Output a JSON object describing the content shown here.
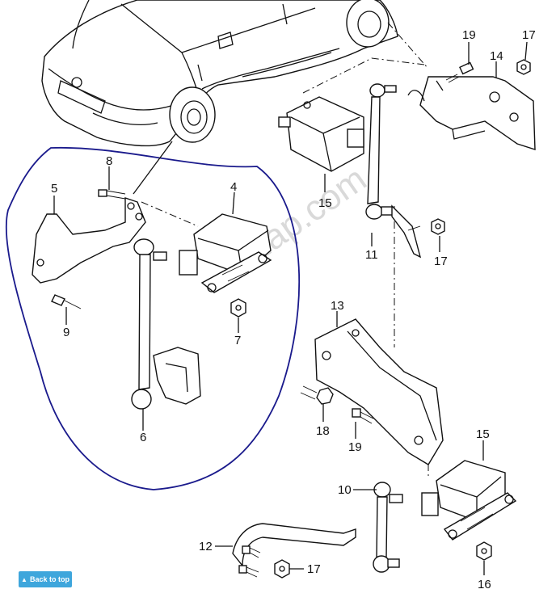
{
  "watermark": "7zap.com",
  "callouts": [
    {
      "id": "p19a",
      "text": "19"
    },
    {
      "id": "p17a",
      "text": "17"
    },
    {
      "id": "p14",
      "text": "14"
    },
    {
      "id": "p8",
      "text": "8"
    },
    {
      "id": "p5",
      "text": "5"
    },
    {
      "id": "p4",
      "text": "4"
    },
    {
      "id": "p15a",
      "text": "15"
    },
    {
      "id": "p11",
      "text": "11"
    },
    {
      "id": "p17b",
      "text": "17"
    },
    {
      "id": "p9",
      "text": "9"
    },
    {
      "id": "p7",
      "text": "7"
    },
    {
      "id": "p13",
      "text": "13"
    },
    {
      "id": "p6",
      "text": "6"
    },
    {
      "id": "p18",
      "text": "18"
    },
    {
      "id": "p19b",
      "text": "19"
    },
    {
      "id": "p15b",
      "text": "15"
    },
    {
      "id": "p10",
      "text": "10"
    },
    {
      "id": "p12",
      "text": "12"
    },
    {
      "id": "p17c",
      "text": "17"
    },
    {
      "id": "p16",
      "text": "16"
    }
  ],
  "back_to_top": {
    "label": "Back to top",
    "icon": "chevron-up-icon"
  },
  "colors": {
    "circle_annotation": "#1a1a8c",
    "button": "#3ea6dc"
  }
}
